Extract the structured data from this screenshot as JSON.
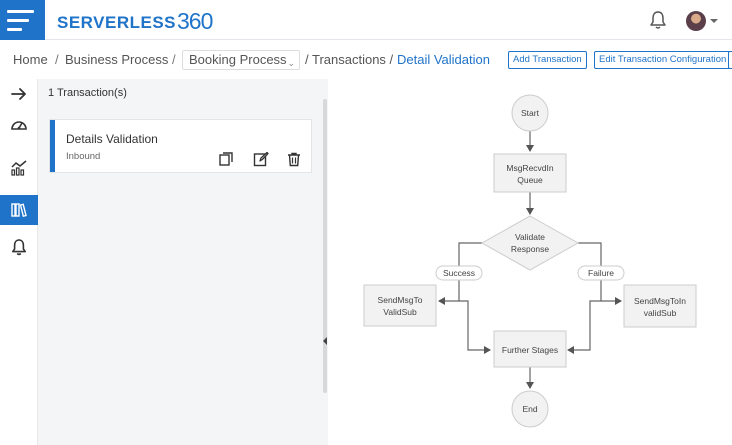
{
  "header": {
    "logo_text": "SERVERLESS",
    "logo_number": "360"
  },
  "breadcrumb": {
    "home": "Home",
    "business_process": "Business Process",
    "booking_process": "Booking Process",
    "transactions": "/ Transactions /",
    "current": "Detail Validation",
    "sep": "/"
  },
  "actions": {
    "add_transaction": "Add Transaction",
    "edit_configuration": "Edit Transaction Configuration"
  },
  "list": {
    "count_label": "1 Transaction(s)",
    "items": [
      {
        "title": "Details Validation",
        "direction": "Inbound"
      }
    ]
  },
  "flow": {
    "start": "Start",
    "queue_line1": "MsgRecvdIn",
    "queue_line2": "Queue",
    "decision_line1": "Validate",
    "decision_line2": "Response",
    "success_label": "Success",
    "failure_label": "Failure",
    "left_line1": "SendMsgTo",
    "left_line2": "ValidSub",
    "right_line1": "SendMsgToIn",
    "right_line2": "validSub",
    "further": "Further Stages",
    "end": "End"
  },
  "colors": {
    "brand": "#1f73c8",
    "node_fill": "#f2f2f2",
    "node_stroke": "#cccccc"
  }
}
